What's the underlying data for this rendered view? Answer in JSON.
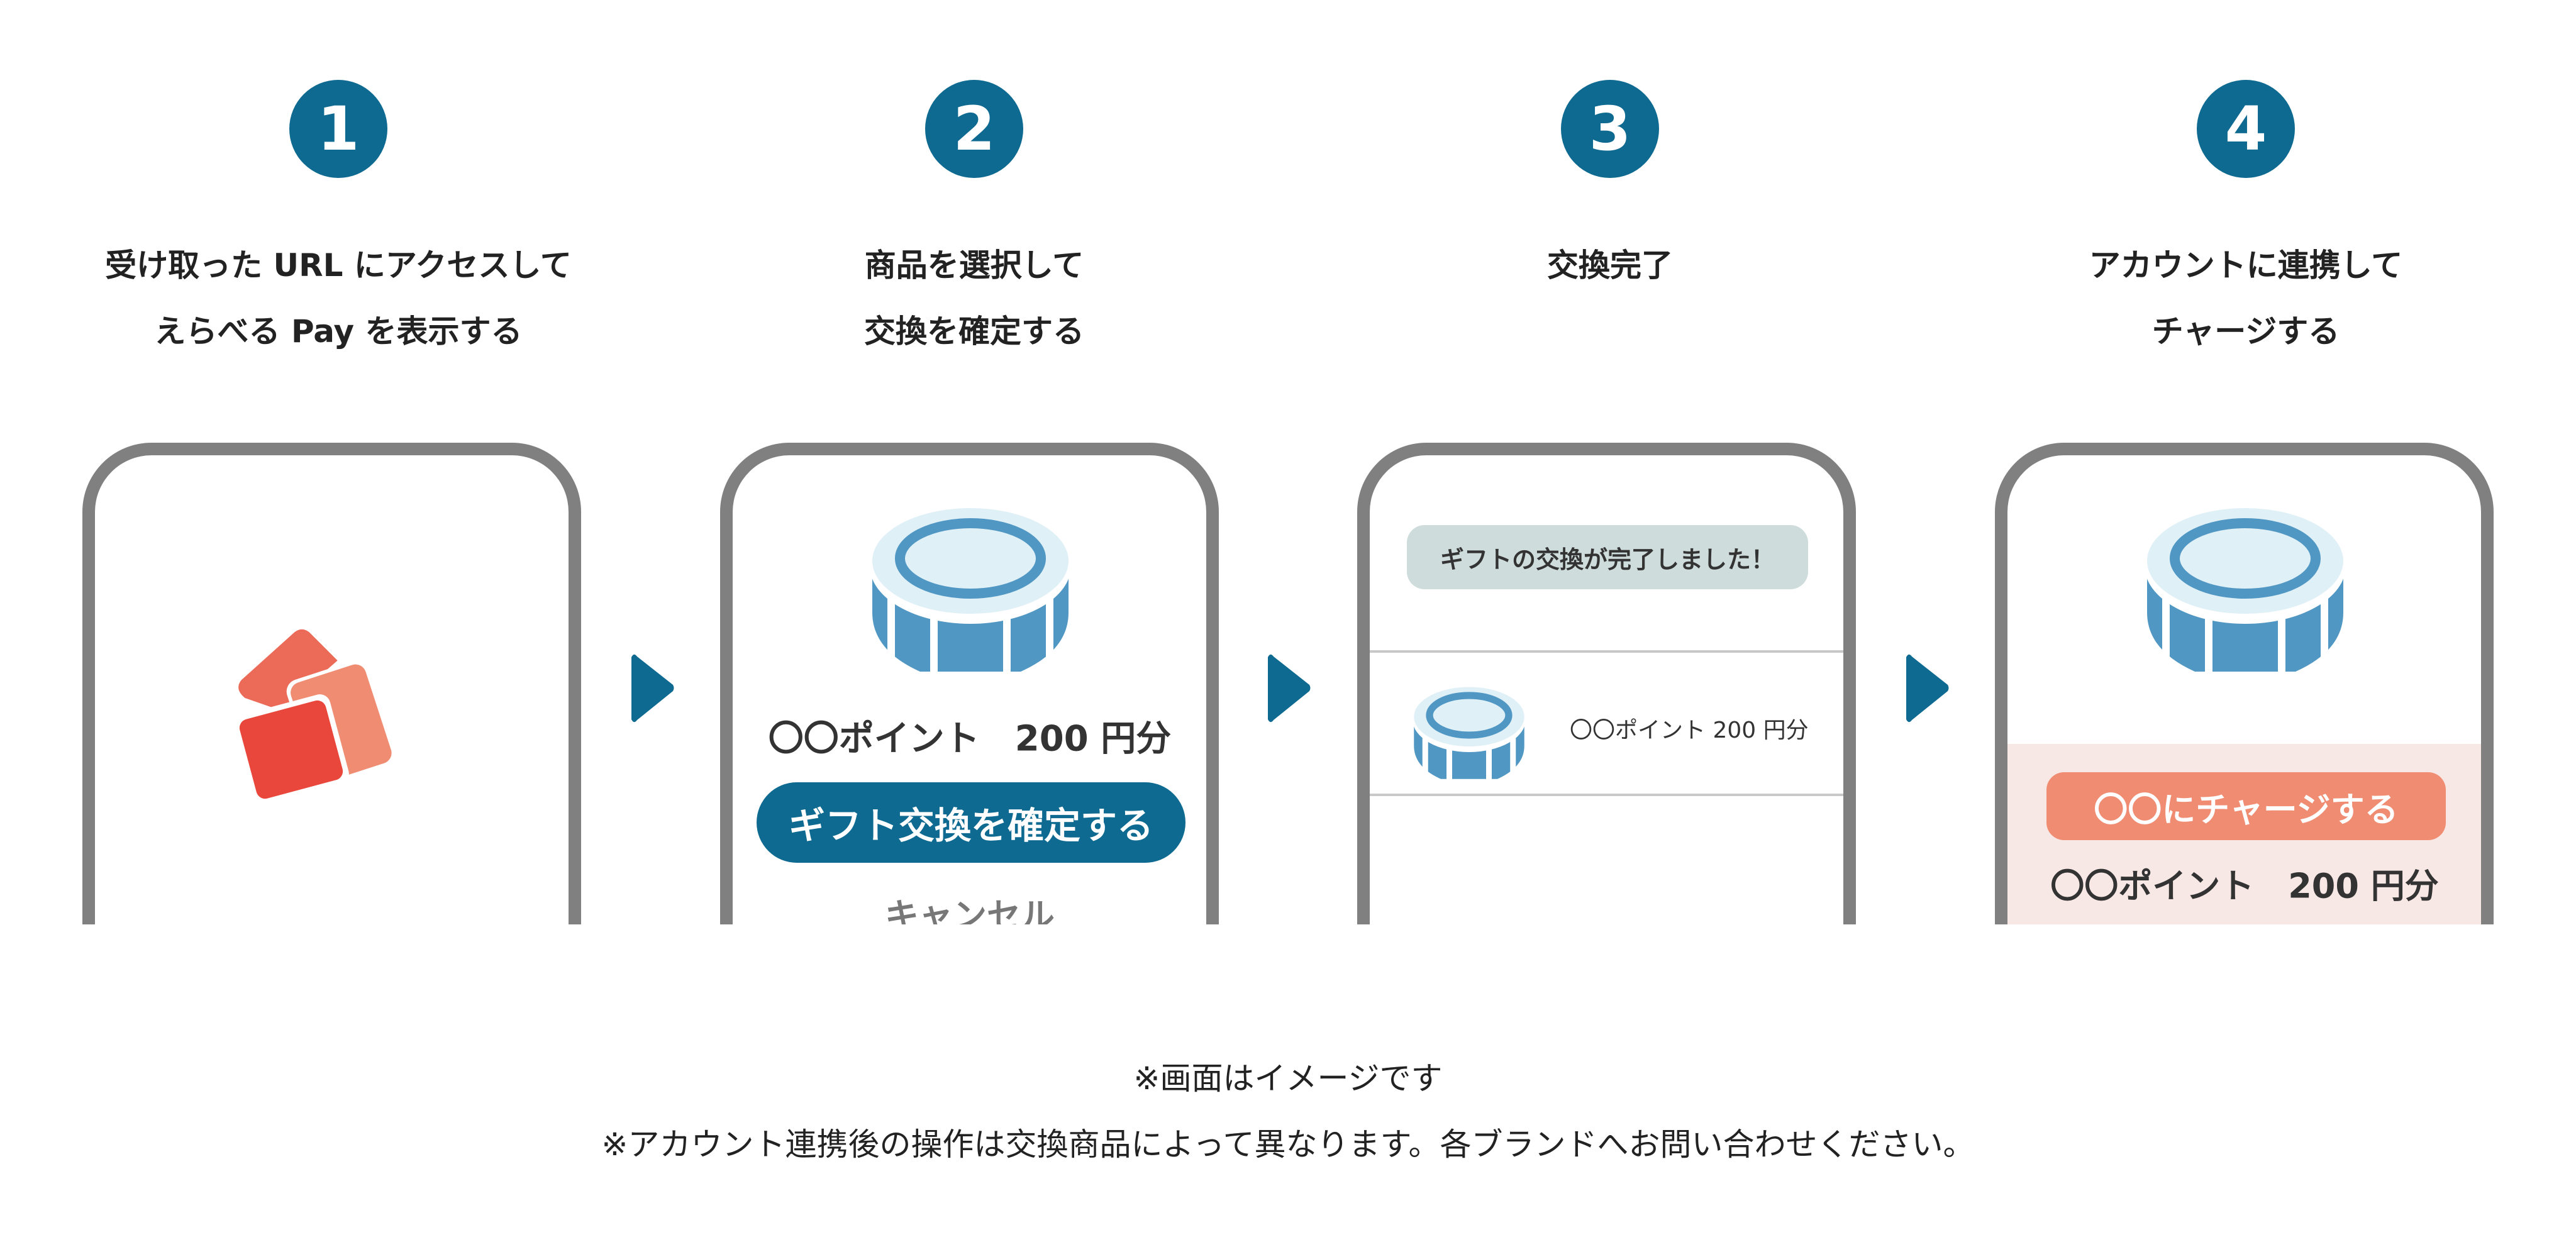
{
  "colors": {
    "accent": "#0e6a90",
    "coin_dark": "#5097c4",
    "coin_light": "#e0f0f7",
    "frame": "#808080",
    "charge_button": "#f08c72",
    "charge_panel": "#f8e8e5",
    "badge": "#cfdcdc"
  },
  "steps": [
    {
      "number": "1",
      "title_line1": "受け取った URL にアクセスして",
      "title_line2": "えらべる Pay を表示する"
    },
    {
      "number": "2",
      "title_line1": "商品を選択して",
      "title_line2": "交換を確定する"
    },
    {
      "number": "3",
      "title_line1": "交換完了",
      "title_line2": ""
    },
    {
      "number": "4",
      "title_line1": "アカウントに連携して",
      "title_line2": "チャージする"
    }
  ],
  "screen2": {
    "amount": "〇〇ポイント　200 円分",
    "confirm_button": "ギフト交換を確定する",
    "cancel_button": "キャンセル"
  },
  "screen3": {
    "badge": "ギフトの交換が完了しました！",
    "item": "〇〇ポイント 200 円分"
  },
  "screen4": {
    "charge_button": "〇〇にチャージする",
    "amount": "〇〇ポイント　200 円分"
  },
  "footer": {
    "note1": "※画面はイメージです",
    "note2": "※アカウント連携後の操作は交換商品によって異なります。各ブランドへお問い合わせください。"
  }
}
